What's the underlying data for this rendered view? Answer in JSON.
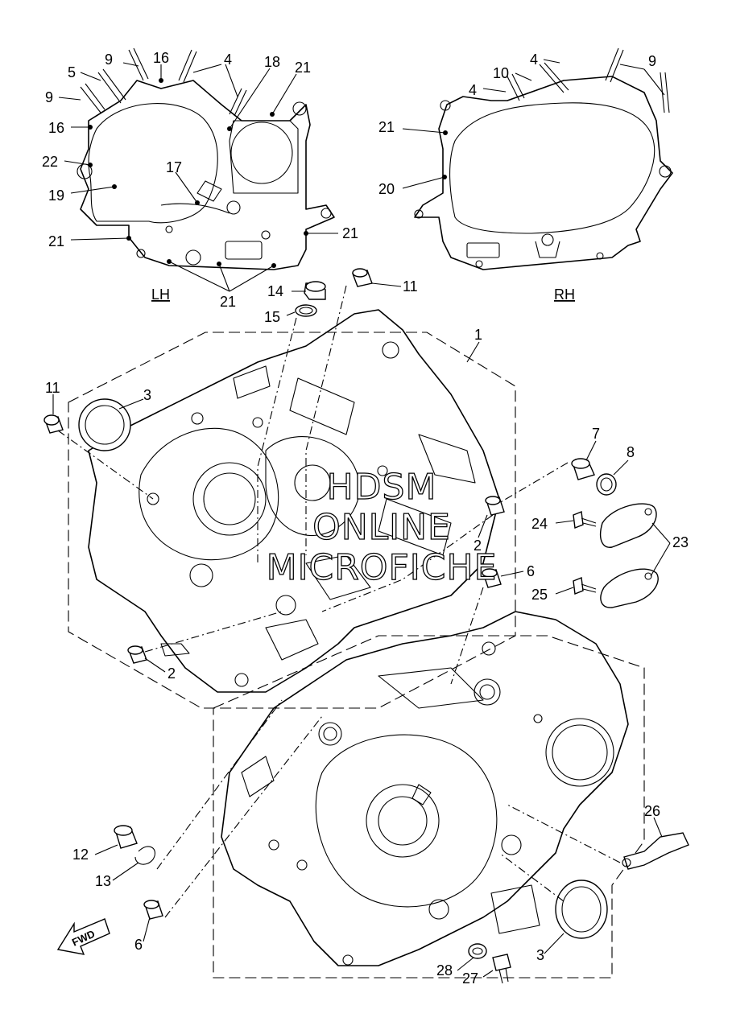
{
  "side_labels": {
    "lh": "LH",
    "rh": "RH"
  },
  "watermark": {
    "line1": "HDSM",
    "line2": "ONLINE",
    "line3": "MICROFICHE"
  },
  "fwd_label": "FWD",
  "callouts": {
    "lh_9a": "9",
    "lh_16a": "16",
    "lh_4": "4",
    "lh_18": "18",
    "lh_21a": "21",
    "lh_5": "5",
    "lh_9b": "9",
    "lh_16b": "16",
    "lh_22": "22",
    "lh_17": "17",
    "lh_19": "19",
    "lh_21b": "21",
    "lh_21c": "21",
    "lh_21d": "21",
    "rh_4a": "4",
    "rh_9": "9",
    "rh_10": "10",
    "rh_4b": "4",
    "rh_21": "21",
    "rh_20": "20",
    "c14": "14",
    "c11a": "11",
    "c15": "15",
    "c1": "1",
    "c11b": "11",
    "c3a": "3",
    "c7": "7",
    "c8": "8",
    "c2a": "2",
    "c24": "24",
    "c23": "23",
    "c6a": "6",
    "c25": "25",
    "c2b": "2",
    "c26": "26",
    "c12": "12",
    "c13": "13",
    "c6b": "6",
    "c3b": "3",
    "c28": "28",
    "c27": "27"
  }
}
